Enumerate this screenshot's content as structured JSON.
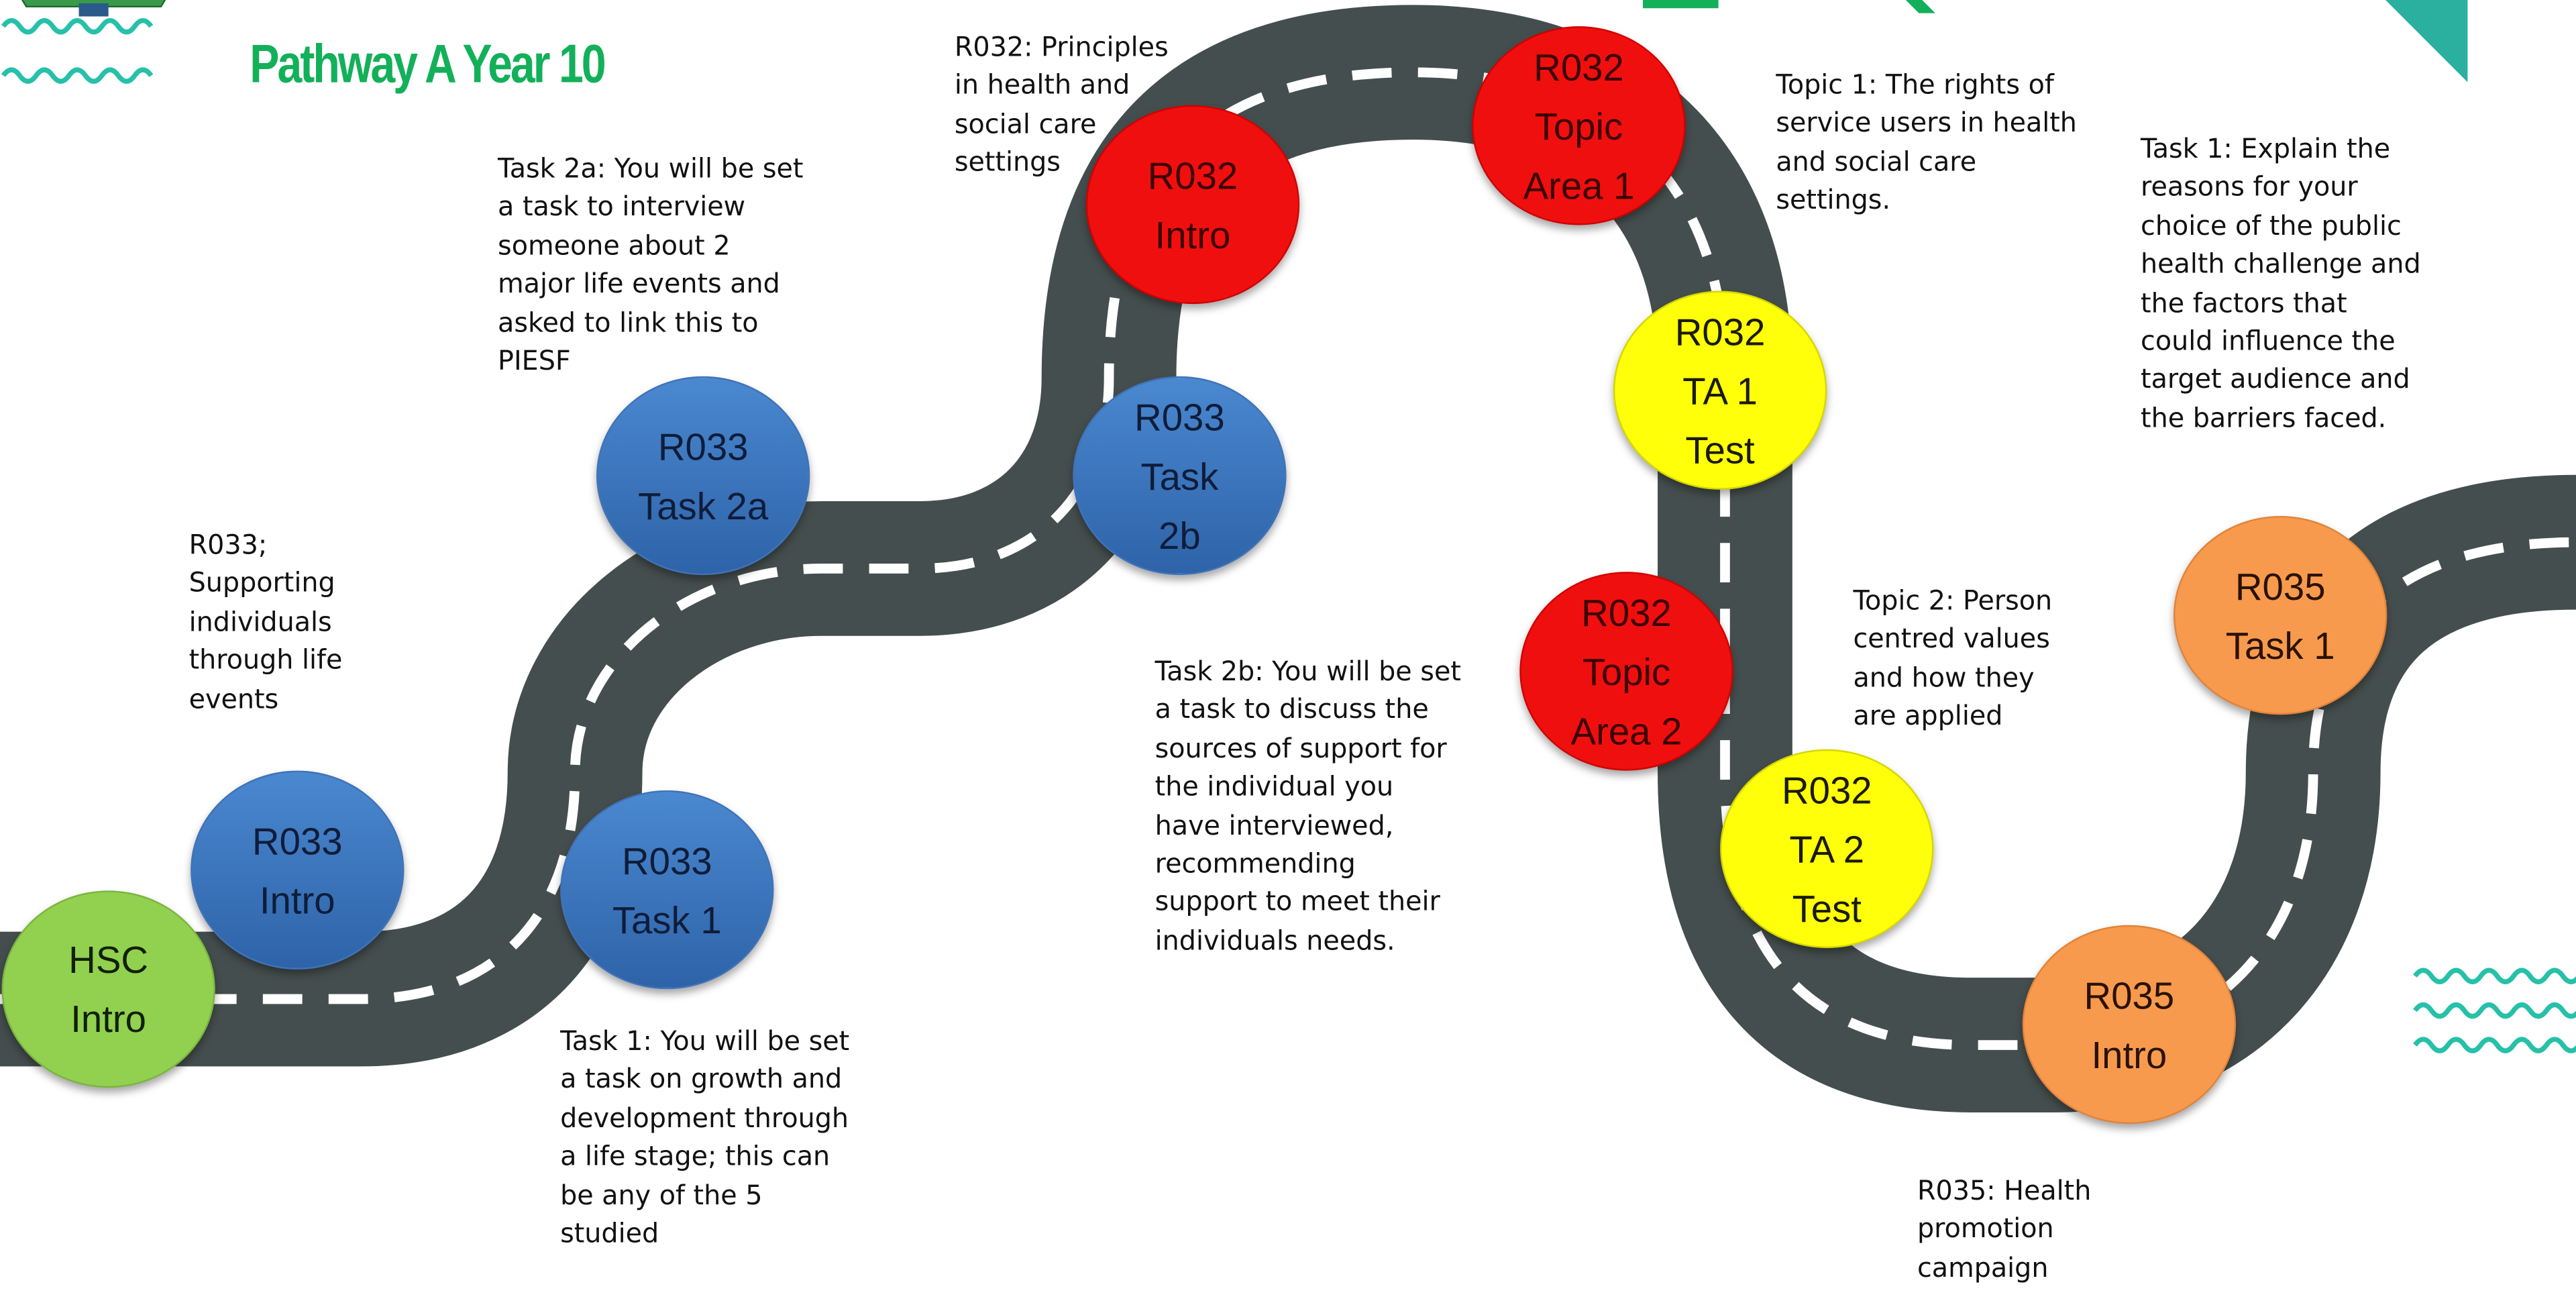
{
  "header": {
    "title": "Pathway A Year 10"
  },
  "colors": {
    "road": "#454e4e",
    "dash": "#ffffff",
    "title": "#13b05a",
    "wave": "#27c0a9",
    "corner": "#2bb0a0",
    "blue": "#3b73bd",
    "red": "#f00f0f",
    "yellow": "#ffff0a",
    "orange": "#f79a4e",
    "green": "#92d050"
  },
  "nodes": {
    "hsc_intro": "HSC\nIntro",
    "r033_intro": "R033\nIntro",
    "r033_task1": "R033\nTask 1",
    "r033_task2a": "R033\nTask 2a",
    "r033_task2b": "R033\nTask\n2b",
    "r032_intro": "R032\nIntro",
    "r032_topic1": "R032\nTopic\nArea 1",
    "r032_ta1_test": "R032\nTA 1\nTest",
    "r032_topic2": "R032\nTopic\nArea 2",
    "r032_ta2_test": "R032\nTA 2\nTest",
    "r035_intro": "R035\nIntro",
    "r035_task1": "R035\nTask 1"
  },
  "notes": {
    "r033_label": "R033;\nSupporting\nindividuals\nthrough life\nevents",
    "task2a": "Task 2a: You will be set\na task to interview\nsomeone about 2\nmajor life events and\nasked to link this to\nPIESF",
    "task1": "Task 1: You will be set\na task on growth and\ndevelopment through\na life stage; this can\nbe any of the 5\nstudied",
    "r032_label": "R032: Principles\nin health and\nsocial care\nsettings",
    "task2b": "Task 2b: You will be set\na task to discuss the\nsources of support for\nthe individual you\nhave interviewed,\nrecommending\nsupport to meet their\nindividuals needs.",
    "topic1": "Topic 1: The rights of\nservice users in health\nand social care\nsettings.",
    "topic2": "Topic 2: Person\ncentred values\nand how they\nare applied",
    "r035_task1": "Task 1: Explain the\nreasons for your\nchoice of the public\nhealth challenge and\nthe factors that\ncould influence the\ntarget audience and\nthe barriers faced.",
    "r035_label": "R035: Health\npromotion\ncampaign"
  }
}
